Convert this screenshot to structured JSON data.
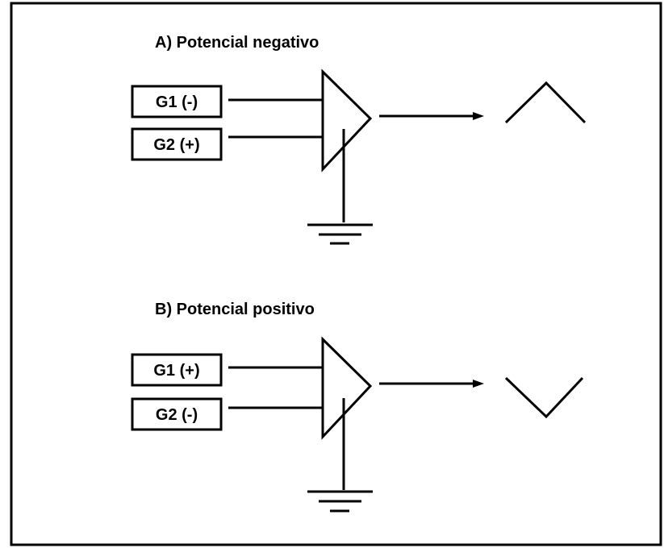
{
  "panels": [
    {
      "title": "A) Potencial negativo",
      "input_top": "G1 (-)",
      "input_bottom": "G2 (+)",
      "waveform": "peak"
    },
    {
      "title": "B) Potencial positivo",
      "input_top": "G1 (+)",
      "input_bottom": "G2 (-)",
      "waveform": "trough"
    }
  ]
}
